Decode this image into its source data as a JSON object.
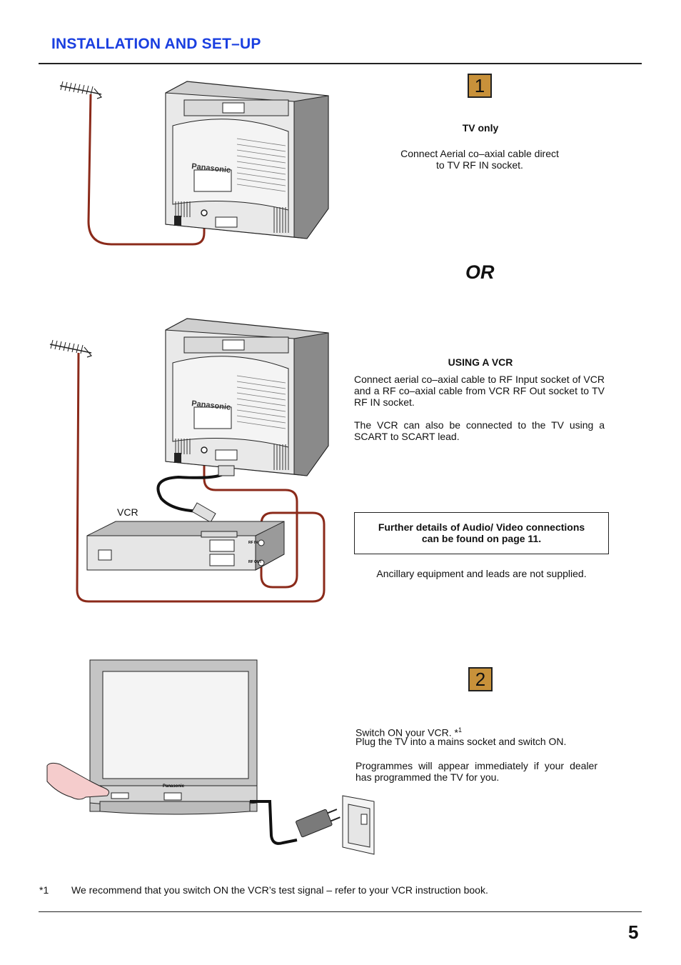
{
  "header": {
    "title": "INSTALLATION AND SET–UP"
  },
  "step1": {
    "number": "1",
    "heading": "TV only",
    "text_line1": "Connect Aerial co–axial cable direct",
    "text_line2": "to TV RF IN socket."
  },
  "or_label": "OR",
  "vcr_section": {
    "heading": "USING A VCR",
    "para1": "Connect aerial co–axial cable to RF Input socket of VCR and a RF co–axial cable from VCR RF Out socket to TV RF IN socket.",
    "para2": "The VCR can also be connected to the TV using a SCART to SCART lead.",
    "vcr_label": "VCR",
    "rf_in_label": "RF IN",
    "rf_out_label": "RF OUT",
    "note_line1": "Further details of Audio/ Video connections",
    "note_line2": "can be found on page 11.",
    "ancillary": "Ancillary equipment and leads are not supplied."
  },
  "brand": "Panasonic",
  "step2": {
    "number": "2",
    "line1": "Switch ON your VCR. *",
    "line1_sup": "1",
    "line2": "Plug the TV into a mains socket and switch ON.",
    "para2": "Programmes will appear immediately if your dealer has programmed the TV for you."
  },
  "footnote": {
    "marker": "*1",
    "text": "We recommend that you switch ON the VCR’s test signal – refer to your VCR instruction book."
  },
  "page_number": "5",
  "colors": {
    "title": "#1a3fe0",
    "step_box": "#c8913a",
    "cable": "#8b2a1a"
  }
}
